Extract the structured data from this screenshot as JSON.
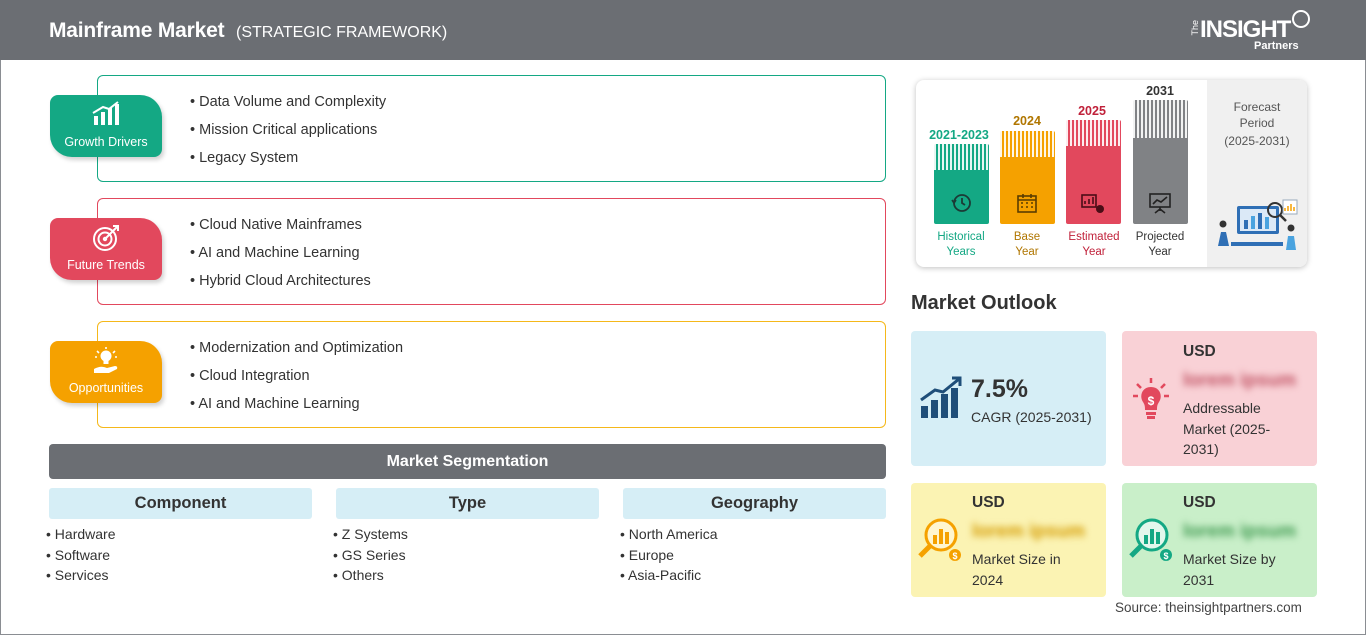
{
  "header": {
    "title": "Mainframe Market",
    "subtitle": "(STRATEGIC FRAMEWORK)",
    "logo": {
      "the": "The",
      "insight": "INSIGHT",
      "partners": "Partners"
    }
  },
  "framework": [
    {
      "badge": "Growth Drivers",
      "icon": "bar-growth-icon",
      "color": "#14a884",
      "items": [
        "Data Volume and Complexity",
        "Mission Critical applications",
        "Legacy System"
      ]
    },
    {
      "badge": "Future Trends",
      "icon": "target-icon",
      "color": "#e2485d",
      "items": [
        "Cloud Native Mainframes",
        "AI and Machine Learning",
        "Hybrid Cloud Architectures"
      ]
    },
    {
      "badge": "Opportunities",
      "icon": "lightbulb-hand-icon",
      "color": "#f5a100",
      "items": [
        "Modernization and Optimization",
        "Cloud Integration",
        "AI and Machine Learning"
      ]
    }
  ],
  "segmentation": {
    "title": "Market Segmentation",
    "columns": [
      {
        "head": "Component",
        "items": [
          "Hardware",
          "Software",
          "Services"
        ]
      },
      {
        "head": "Type",
        "items": [
          "Z Systems",
          "GS Series",
          "Others"
        ]
      },
      {
        "head": "Geography",
        "items": [
          "North America",
          "Europe",
          "Asia-Pacific"
        ]
      }
    ]
  },
  "timeline": {
    "periods": [
      {
        "year": "2021-2023",
        "caption": [
          "Historical",
          "Years"
        ],
        "color": "#14a884",
        "icon": "history-icon"
      },
      {
        "year": "2024",
        "caption": [
          "Base",
          "Year"
        ],
        "color": "#f5a100",
        "icon": "calendar-icon"
      },
      {
        "year": "2025",
        "caption": [
          "Estimated",
          "Year"
        ],
        "color": "#e2485d",
        "icon": "estimate-icon"
      },
      {
        "year": "2031",
        "caption": [
          "Projected",
          "Year"
        ],
        "color": "#808285",
        "icon": "presentation-icon"
      }
    ],
    "forecast": [
      "Forecast",
      "Period",
      "(2025-2031)"
    ]
  },
  "outlook": {
    "title": "Market Outlook",
    "cagr": {
      "value": "7.5%",
      "label": "CAGR (2025-2031)",
      "icon": "growth-chart-icon"
    },
    "addressable": {
      "usd": "USD",
      "value": "lorem ipsum",
      "label": [
        "Addressable",
        "Market (2025-",
        "2031)"
      ],
      "icon": "dollar-bulb-icon"
    },
    "size2024": {
      "usd": "USD",
      "value": "lorem ipsum",
      "label": [
        "Market Size in",
        "2024"
      ],
      "icon": "magnifier-chart-icon"
    },
    "size2031": {
      "usd": "USD",
      "value": "lorem ipsum",
      "label": [
        "Market Size by",
        "2031"
      ],
      "icon": "magnifier-chart-icon"
    }
  },
  "source": "Source: theinsightpartners.com",
  "colors": {
    "header": "#6b6e73",
    "green": "#14a884",
    "red": "#e2485d",
    "orange": "#f5a100",
    "gray": "#808285"
  }
}
